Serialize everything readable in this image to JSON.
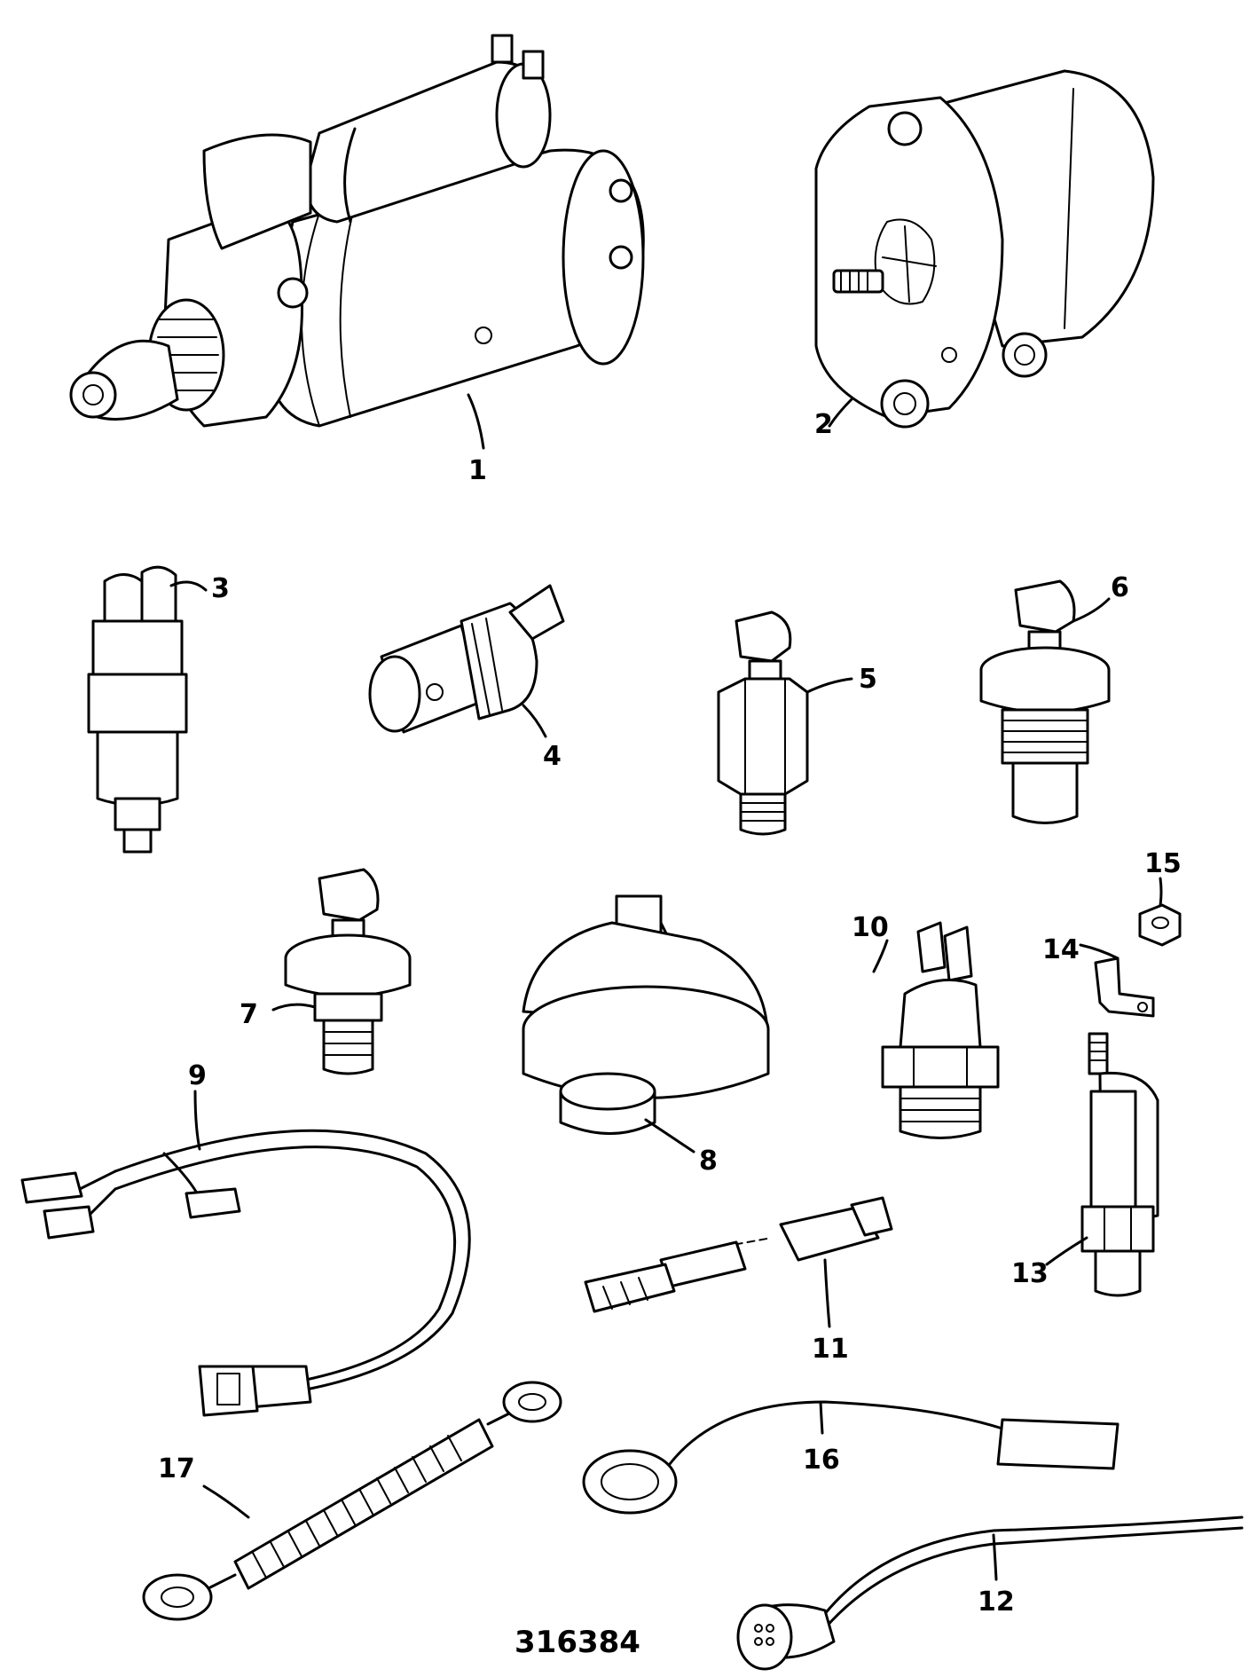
{
  "diagram": {
    "figure_number": "316384",
    "callouts": {
      "c1": "1",
      "c2": "2",
      "c3": "3",
      "c4": "4",
      "c5": "5",
      "c6": "6",
      "c7": "7",
      "c8": "8",
      "c9": "9",
      "c10": "10",
      "c11": "11",
      "c12": "12",
      "c13": "13",
      "c14": "14",
      "c15": "15",
      "c16": "16",
      "c17": "17"
    },
    "colors": {
      "ink": "#000000",
      "paper": "#ffffff"
    }
  }
}
